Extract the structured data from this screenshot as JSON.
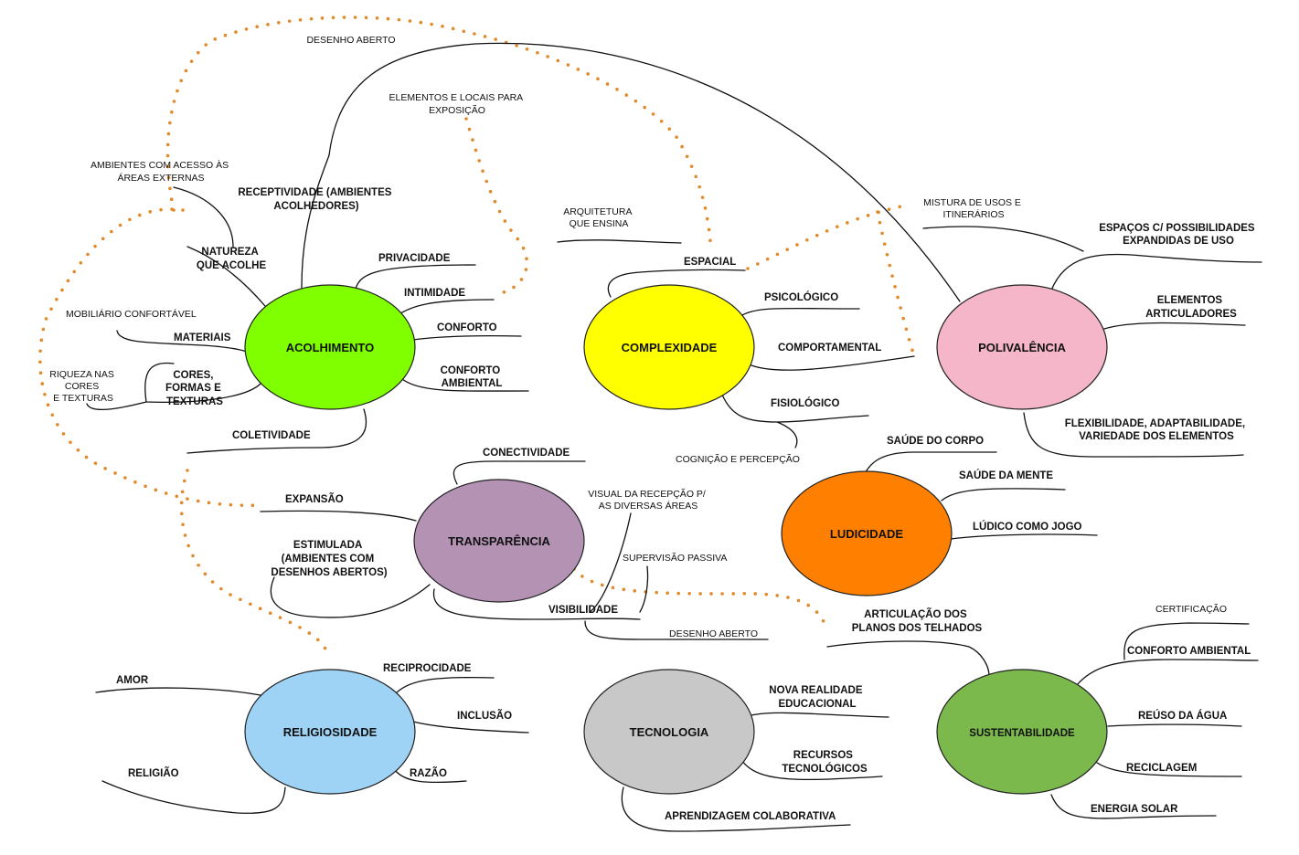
{
  "hubs": {
    "acolhimento": {
      "label": "ACOLHIMENTO",
      "color": "#7fff00"
    },
    "complexidade": {
      "label": "COMPLEXIDADE",
      "color": "#ffff00"
    },
    "polivalencia": {
      "label": "POLIVALÊNCIA",
      "color": "#f4b6c8"
    },
    "transparencia": {
      "label": "TRANSPARÊNCIA",
      "color": "#b492b4"
    },
    "ludicidade": {
      "label": "LUDICIDADE",
      "color": "#ff8000"
    },
    "religiosidade": {
      "label": "RELIGIOSIDADE",
      "color": "#9fd3f5"
    },
    "tecnologia": {
      "label": "TECNOLOGIA",
      "color": "#c8c8c8"
    },
    "sustentabilidade": {
      "label": "SUSTENTABILIDADE",
      "color": "#7cb94c"
    }
  },
  "labels": {
    "desenho_aberto_top": "DESENHO ABERTO",
    "elementos_locais": [
      "ELEMENTOS E LOCAIS PARA",
      "EXPOSIÇÃO"
    ],
    "ambientes_externas": [
      "AMBIENTES COM ACESSO ÀS",
      "ÁREAS EXTERNAS"
    ],
    "receptividade": [
      "RECEPTIVIDADE (AMBIENTES",
      "ACOLHEDORES)"
    ],
    "natureza": [
      "NATUREZA",
      "QUE ACOLHE"
    ],
    "privacidade": "PRIVACIDADE",
    "intimidade": "INTIMIDADE",
    "conforto": "CONFORTO",
    "conforto_ambiental_a": [
      "CONFORTO",
      "AMBIENTAL"
    ],
    "mobiliario": "MOBILIÁRIO CONFORTÁVEL",
    "materiais": "MATERIAIS",
    "riqueza": [
      "RIQUEZA NAS",
      "CORES",
      "E TEXTURAS"
    ],
    "cores": [
      "CORES,",
      "FORMAS E",
      "TEXTURAS"
    ],
    "coletividade": "COLETIVIDADE",
    "arquitetura": [
      "ARQUITETURA",
      "QUE ENSINA"
    ],
    "espacial": "ESPACIAL",
    "psicologico": "PSICOLÓGICO",
    "comportamental": "COMPORTAMENTAL",
    "fisiologico": "FISIOLÓGICO",
    "cognicao": "COGNIÇÃO E PERCEPÇÃO",
    "mistura": [
      "MISTURA DE USOS E",
      "ITINERÁRIOS"
    ],
    "espacos": [
      "ESPAÇOS C/ POSSIBILIDADES",
      "EXPANDIDAS DE USO"
    ],
    "elementos_articuladores": [
      "ELEMENTOS",
      "ARTICULADORES"
    ],
    "flexibilidade": [
      "FLEXIBILIDADE, ADAPTABILIDADE,",
      "VARIEDADE DOS ELEMENTOS"
    ],
    "conectividade": "CONECTIVIDADE",
    "expansao": "EXPANSÃO",
    "estimulada": [
      "ESTIMULADA",
      "(AMBIENTES COM",
      "DESENHOS ABERTOS)"
    ],
    "visual_recepcao": [
      "VISUAL DA RECEPÇÃO P/",
      "AS DIVERSAS ÁREAS"
    ],
    "supervisao": "SUPERVISÃO PASSIVA",
    "visibilidade": "VISIBILIDADE",
    "desenho_aberto_bottom": "DESENHO ABERTO",
    "saude_corpo": "SAÚDE DO CORPO",
    "saude_mente": "SAÚDE DA MENTE",
    "ludico_jogo": "LÚDICO COMO JOGO",
    "articulacao": [
      "ARTICULAÇÃO DOS",
      "PLANOS DOS TELHADOS"
    ],
    "certificacao": "CERTIFICAÇÃO",
    "conforto_ambiental_s": "CONFORTO AMBIENTAL",
    "reuso": "REÚSO DA ÁGUA",
    "reciclagem": "RECICLAGEM",
    "energia": "ENERGIA SOLAR",
    "amor": "AMOR",
    "reciprocidade": "RECIPROCIDADE",
    "inclusao": "INCLUSÃO",
    "religiao": "RELIGIÃO",
    "razao": "RAZÃO",
    "nova_realidade": [
      "NOVA REALIDADE",
      "EDUCACIONAL"
    ],
    "recursos": [
      "RECURSOS",
      "TECNOLÓGICOS"
    ],
    "aprendizagem": "APRENDIZAGEM COLABORATIVA"
  }
}
